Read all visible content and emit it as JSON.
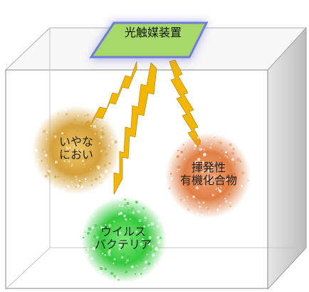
{
  "diagram": {
    "device": {
      "label": "光触媒装置",
      "color": "#a6d96a",
      "glow": "#7a78d8"
    },
    "targets": [
      {
        "id": "odor",
        "lines": [
          "いやな",
          "におい"
        ],
        "color": "#d4a13a"
      },
      {
        "id": "voc",
        "lines": [
          "揮発性",
          "有機化合物"
        ],
        "color": "#e07f45"
      },
      {
        "id": "virus",
        "lines": [
          "ウイルス",
          "バクテリア"
        ],
        "color": "#35c93d"
      }
    ],
    "bolt_color": "#f2b705"
  }
}
